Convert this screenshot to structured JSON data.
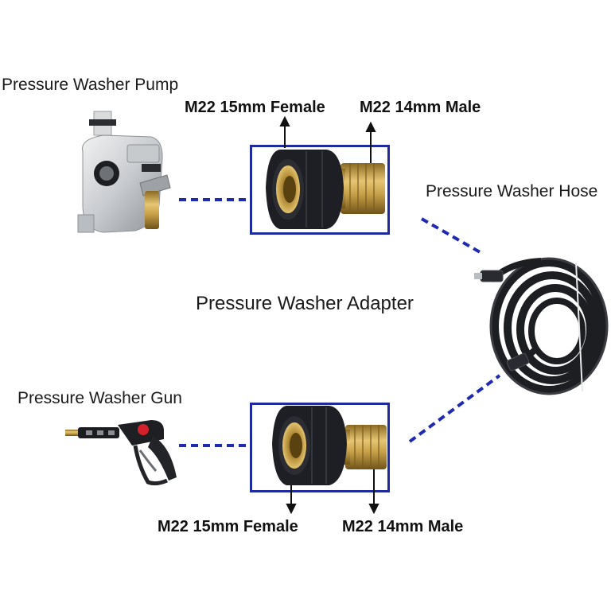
{
  "labels": {
    "pump": "Pressure Washer Pump",
    "hose": "Pressure Washer Hose",
    "adapter": "Pressure Washer Adapter",
    "gun": "Pressure Washer Gun"
  },
  "top_adapter": {
    "female_label": "M22 15mm Female",
    "male_label": "M22 14mm Male"
  },
  "bottom_adapter": {
    "female_label": "M22 15mm Female",
    "male_label": "M22 14mm Male"
  },
  "colors": {
    "frame": "#1f2a9c",
    "dash": "#1f2ab0",
    "brass": "#c9a24a",
    "rubber": "#1e1f24"
  }
}
